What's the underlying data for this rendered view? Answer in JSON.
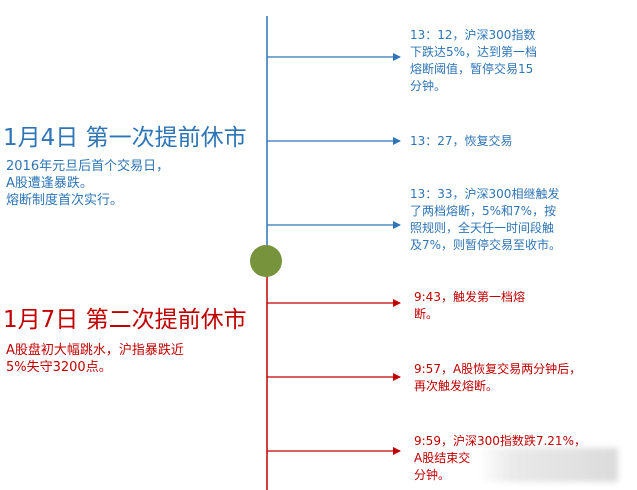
{
  "colors": {
    "blue": "#2e75b6",
    "red": "#c00000",
    "node": "#77933c"
  },
  "section1": {
    "title": "1月4日 第一次提前休市",
    "description": "2016年元旦后首个交易日，\nA股遭逢暴跌。\n熔断制度首次实行。",
    "events": [
      {
        "text": "13：12，沪深300指数\n下跌达5%，达到第一档\n熔断阈值，暂停交易15\n分钟。"
      },
      {
        "text": "13：27，恢复交易"
      },
      {
        "text": "13：33，沪深300相继触发\n了两档熔断，5%和7%，按\n照规则，全天任一时间段触\n及7%，则暂停交易至收市。"
      }
    ]
  },
  "section2": {
    "title": "1月7日 第二次提前休市",
    "description": "A股盘初大幅跳水，沪指暴跌近\n5%失守3200点。",
    "events": [
      {
        "text": "9:43，触发第一档熔\n断。"
      },
      {
        "text": "9:57，A股恢复交易两分钟后，\n再次触发熔断。"
      },
      {
        "text": "9:59，沪深300指数跌7.21%，\nA股结束交\n分钟。"
      }
    ]
  }
}
